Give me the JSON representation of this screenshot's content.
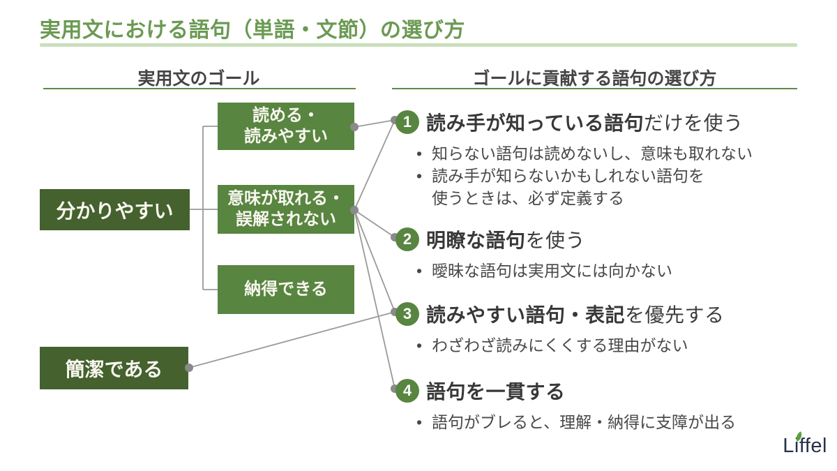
{
  "title": "実用文における語句（単語・文節）の選び方",
  "headers": {
    "left": "実用文のゴール",
    "right": "ゴールに貢献する語句の選び方"
  },
  "goal_boxes": {
    "primary1": "分かりやすい",
    "primary2": "簡潔である",
    "sub1_line1": "読める・",
    "sub1_line2": "読みやすい",
    "sub2_line1": "意味が取れる・",
    "sub2_line2": "誤解されない",
    "sub3": "納得できる"
  },
  "methods": [
    {
      "num": "1",
      "bold": "読み手が知っている語句",
      "rest": "だけを使う",
      "b1": "知らない語句は読めないし、意味も取れない",
      "b2_line1": "読み手が知らないかもしれない語句を",
      "b2_line2": "使うときは、必ず定義する"
    },
    {
      "num": "2",
      "bold": "明瞭な語句",
      "rest": "を使う",
      "b1": "曖昧な語句は実用文には向かない"
    },
    {
      "num": "3",
      "bold": "読みやすい語句・表記",
      "rest": "を優先する",
      "b1": "わざわざ読みにくくする理由がない"
    },
    {
      "num": "4",
      "bold": "語句を一貫する",
      "rest": "",
      "b1": "語句がブレると、理解・納得に支障が出る"
    }
  ],
  "ui": {
    "bullet_char": "•"
  },
  "logo_text": "Liffel",
  "colors": {
    "title_green": "#6b9a53",
    "title_underline_green": "#c9dfba",
    "header_text": "#454545",
    "header_underline_green": "#5c8a46",
    "box_dark_green": "#44612e",
    "box_medium_green": "#588540",
    "box_text": "#f8f6ef",
    "connector_gray": "#9a9a9a",
    "body_text": "#484848",
    "logo_navy": "#273149",
    "logo_leaf_green": "#58a33c"
  }
}
